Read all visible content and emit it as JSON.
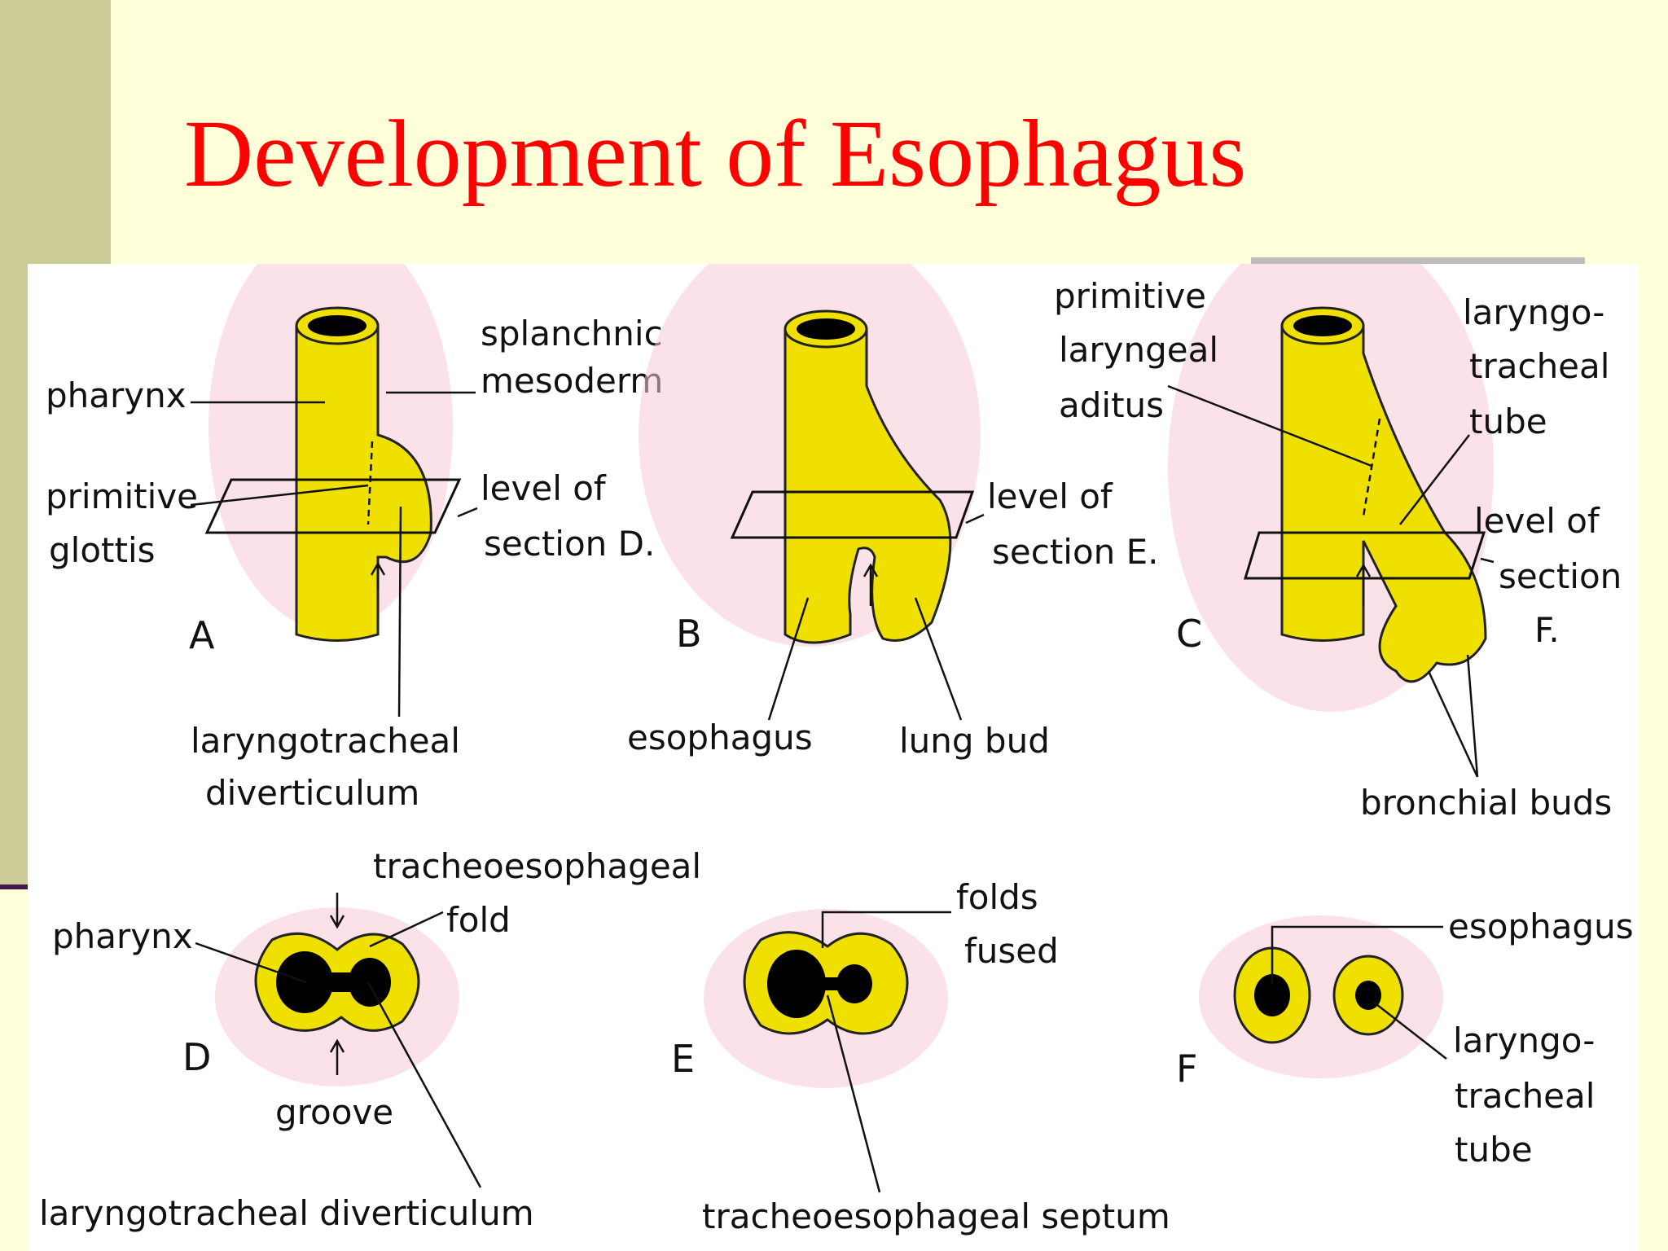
{
  "title": "Development of Esophagus",
  "panels": {
    "A": {
      "letter": "A",
      "labels": {
        "pharynx": "pharynx",
        "splanchnic_1": "splanchnic",
        "splanchnic_2": "mesoderm",
        "glottis_1": "primitive",
        "glottis_2": "glottis",
        "level_1": "level of",
        "level_2": "section D.",
        "divert_1": "laryngotracheal",
        "divert_2": "diverticulum"
      }
    },
    "B": {
      "letter": "B",
      "labels": {
        "level_1": "level of",
        "level_2": "section E.",
        "esophagus": "esophagus",
        "lung_bud": "lung bud"
      }
    },
    "C": {
      "letter": "C",
      "labels": {
        "aditus_1": "primitive",
        "aditus_2": "laryngeal",
        "aditus_3": "aditus",
        "tube_1": "laryngo-",
        "tube_2": "tracheal",
        "tube_3": "tube",
        "level_1": "level of",
        "level_2": "section",
        "level_3": "F.",
        "bronchial": "bronchial buds"
      }
    },
    "D": {
      "letter": "D",
      "labels": {
        "fold_1": "tracheoesophageal",
        "fold_2": "fold",
        "pharynx": "pharynx",
        "groove": "groove",
        "divert": "laryngotracheal  diverticulum"
      }
    },
    "E": {
      "letter": "E",
      "labels": {
        "folds_1": "folds",
        "folds_2": "fused",
        "septum": "tracheoesophageal  septum"
      }
    },
    "F": {
      "letter": "F",
      "labels": {
        "esophagus": "esophagus",
        "tube_1": "laryngo-",
        "tube_2": "tracheal",
        "tube_3": "tube"
      }
    }
  },
  "colors": {
    "background": "#ffffd9",
    "sidebar": "#cccc99",
    "title": "#ff0000",
    "tissue": "#efe000",
    "mesoderm": "#f7cbd6"
  }
}
